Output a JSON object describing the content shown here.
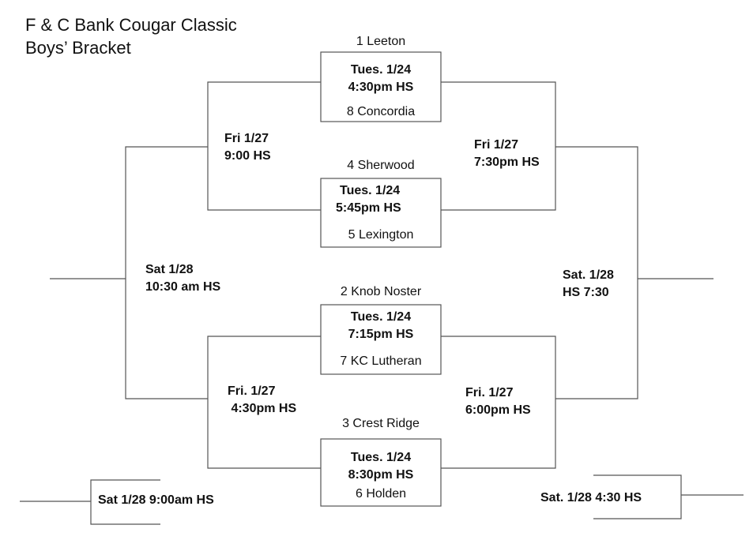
{
  "header": {
    "title_line1": "F & C Bank Cougar Classic",
    "title_line2": "Boys’ Bracket"
  },
  "first_round": [
    {
      "top_team": "1 Leeton",
      "time_line1": "Tues. 1/24",
      "time_line2": "4:30pm HS",
      "bottom_team": "8 Concordia"
    },
    {
      "top_team": "4 Sherwood",
      "time_line1": "Tues. 1/24",
      "time_line2": "5:45pm HS",
      "bottom_team": "5 Lexington"
    },
    {
      "top_team": "2 Knob Noster",
      "time_line1": "Tues. 1/24",
      "time_line2": "7:15pm HS",
      "bottom_team": "7 KC Lutheran"
    },
    {
      "top_team": "3 Crest Ridge",
      "time_line1": "Tues. 1/24",
      "time_line2": "8:30pm HS",
      "bottom_team": "6 Holden"
    }
  ],
  "second_round": {
    "left_top": {
      "line1": "Fri 1/27",
      "line2": "9:00 HS"
    },
    "right_top": {
      "line1": "Fri 1/27",
      "line2": "7:30pm HS"
    },
    "left_bottom": {
      "line1": "Fri. 1/27",
      "line2": " 4:30pm HS"
    },
    "right_bottom": {
      "line1": "Fri. 1/27",
      "line2": "6:00pm HS"
    }
  },
  "finals": {
    "left": {
      "line1": "Sat 1/28",
      "line2": "10:30 am HS"
    },
    "right": {
      "line1": "Sat. 1/28",
      "line2": "HS 7:30"
    }
  },
  "placement": {
    "left": "Sat 1/28 9:00am HS",
    "right": "Sat. 1/28 4:30 HS"
  }
}
